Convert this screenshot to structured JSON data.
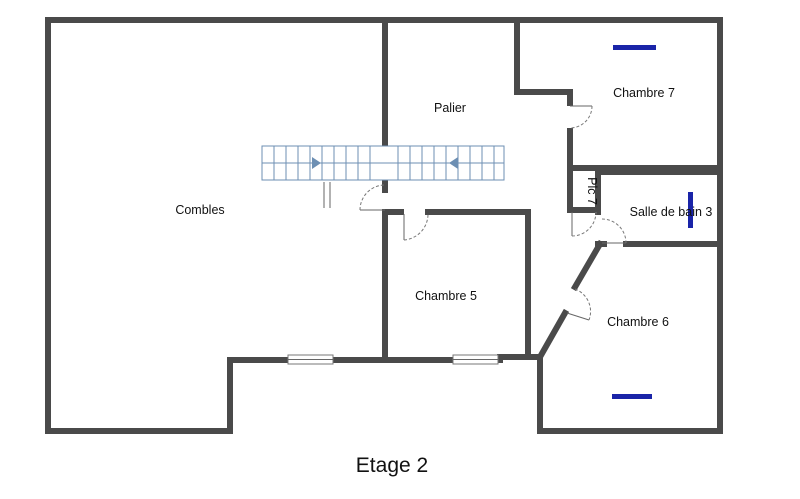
{
  "plan": {
    "title": "Etage 2",
    "rooms": {
      "combles": "Combles",
      "palier": "Palier",
      "chambre7": "Chambre 7",
      "placard7": "Plc 7",
      "salle_de_bain3": "Salle de bain 3",
      "chambre5": "Chambre 5",
      "chambre6": "Chambre 6"
    }
  },
  "colors": {
    "walls": "#4a4a4a",
    "radiators": "#1a24a8",
    "stairs": "#6d8fb3"
  }
}
